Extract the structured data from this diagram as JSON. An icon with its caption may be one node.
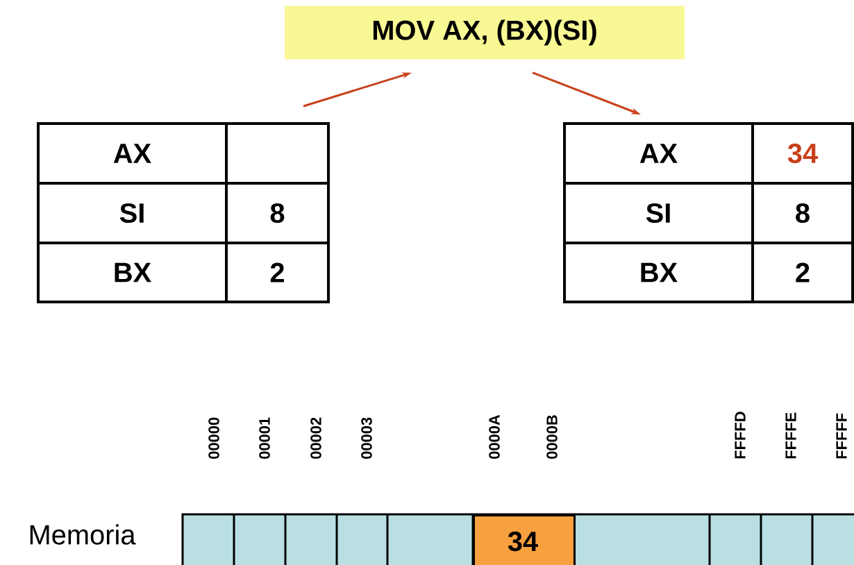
{
  "diagram": {
    "nodes": [
      {
        "text": [
          "MOV AX, (BX)(SI)"
        ]
      },
      {
        "text": [
          "AX",
          "SI",
          "8",
          "BX",
          "2"
        ]
      },
      {
        "text": [
          "AX",
          "34",
          "SI",
          "8",
          "BX",
          "2"
        ]
      },
      {
        "text": [
          "34"
        ]
      }
    ],
    "edges": [
      {
        "from": 1,
        "to": 0,
        "arrow": "to"
      },
      {
        "from": 0,
        "to": 2,
        "arrow": "to"
      }
    ],
    "labels": [
      "00000",
      "00001",
      "00002",
      "00003",
      "0000A",
      "0000B",
      "FFFFD",
      "FFFFE",
      "FFFFF",
      "Memoria"
    ]
  }
}
